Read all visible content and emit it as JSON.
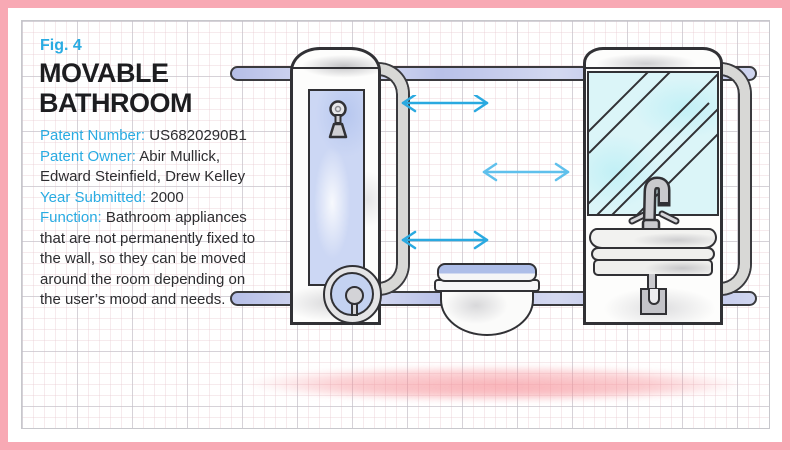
{
  "page": {
    "figure_label": "Fig. 4",
    "title_line1": "MOVABLE",
    "title_line2": "BATHROOM"
  },
  "info": {
    "fields": [
      {
        "label": "Patent Number:",
        "value": "US6820290B1"
      },
      {
        "label": "Patent Owner:",
        "value": "Abir Mullick, Edward Steinfield, Drew Kelley"
      },
      {
        "label": "Year Submitted:",
        "value": "2000"
      },
      {
        "label": "Function:",
        "value": "Bathroom appliances that are not permanently fixed to the wall, so they can be moved around the room depending on the user’s mood and needs."
      }
    ]
  },
  "colors": {
    "frame_pink": "#f8a9b4",
    "accent_cyan": "#29abe2",
    "arrow_cyan": "#2aa9e0",
    "arrow_light_cyan": "#5fc0ec",
    "rail_periwinkle": "#b2bbe6",
    "panel_periwinkle": "#ccd7f4",
    "mirror_cyan": "#dbf5f8",
    "smudge_pink": "#f68c94",
    "ink": "#313135"
  },
  "illustration": {
    "description": "Hand-drawn sketch of a movable bathroom: a shower unit, a toilet and a mirrored sink unit hang from two horizontal wall rails; double-headed arrows show they slide sideways.",
    "parts": [
      "top-rail",
      "bottom-rail",
      "shower-unit",
      "shower-head-icon",
      "shower-control-dial",
      "wall-bracket",
      "toilet",
      "sink-unit",
      "mirror",
      "faucet-icon",
      "sink-basin",
      "drain-pipe",
      "drain-trap",
      "movement-arrows",
      "pink-highlight"
    ]
  }
}
